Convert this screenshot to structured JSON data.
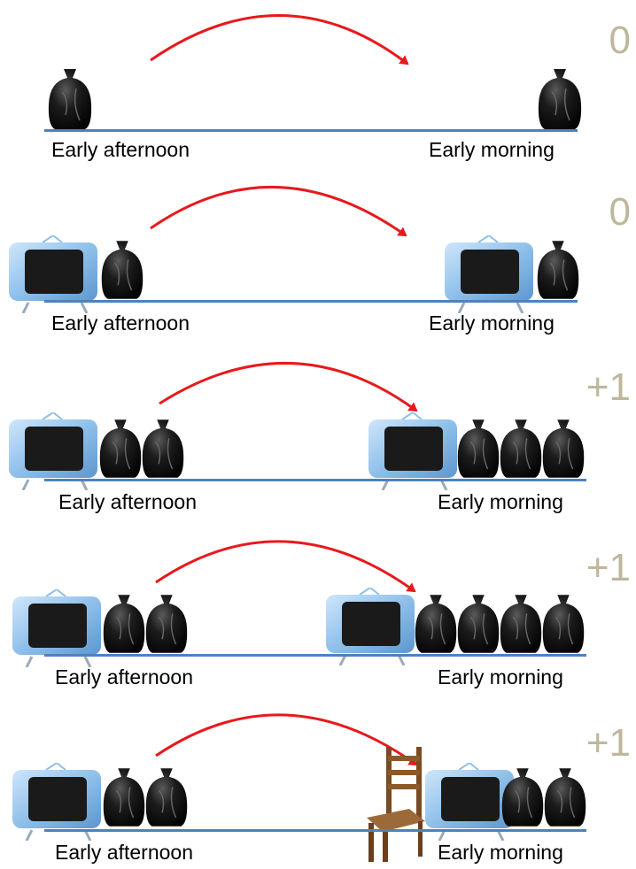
{
  "colors": {
    "baseline": "#4f81bd",
    "arrow": "#e8191c",
    "score": "#bfb79b",
    "bag": "#111111",
    "tv_body": "#8fc0ea",
    "chair": "#8b5a2b"
  },
  "panels": [
    {
      "left_label": "Early afternoon",
      "right_label": "Early morning",
      "score": "0",
      "left_items": [
        "garbage-bag"
      ],
      "right_items": [
        "garbage-bag"
      ]
    },
    {
      "left_label": "Early afternoon",
      "right_label": "Early morning",
      "score": "0",
      "left_items": [
        "tv",
        "garbage-bag"
      ],
      "right_items": [
        "tv",
        "garbage-bag"
      ]
    },
    {
      "left_label": "Early afternoon",
      "right_label": "Early morning",
      "score": "+1",
      "left_items": [
        "tv",
        "garbage-bag",
        "garbage-bag"
      ],
      "right_items": [
        "tv",
        "garbage-bag",
        "garbage-bag",
        "garbage-bag"
      ]
    },
    {
      "left_label": "Early afternoon",
      "right_label": "Early morning",
      "score": "+1",
      "left_items": [
        "tv",
        "garbage-bag",
        "garbage-bag"
      ],
      "right_items": [
        "tv",
        "garbage-bag",
        "garbage-bag",
        "garbage-bag",
        "garbage-bag"
      ]
    },
    {
      "left_label": "Early afternoon",
      "right_label": "Early morning",
      "score": "+1",
      "left_items": [
        "tv",
        "garbage-bag",
        "garbage-bag"
      ],
      "right_items": [
        "chair",
        "tv",
        "garbage-bag",
        "garbage-bag"
      ]
    }
  ]
}
